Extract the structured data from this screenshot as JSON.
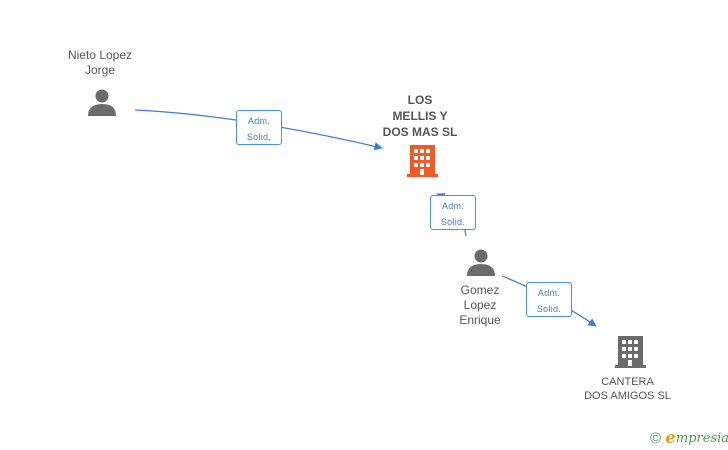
{
  "nodes": {
    "person1": {
      "name": "Nieto Lopez\nJorge"
    },
    "company_main": {
      "name": "LOS\nMELLIS Y\nDOS MAS SL"
    },
    "person2": {
      "name": "Gomez\nLopez\nEnrique"
    },
    "company2": {
      "name": "CANTERA\nDOS AMIGOS SL"
    }
  },
  "edges": [
    {
      "from": "person1",
      "to": "company_main",
      "label": "Adm.\nSolid."
    },
    {
      "from": "person2",
      "to": "company_main",
      "label": "Adm.\nSolid."
    },
    {
      "from": "person2",
      "to": "company2",
      "label": "Adm.\nSolid."
    }
  ],
  "colors": {
    "edge": "#3b7dd8",
    "person_icon": "#6b6b6b",
    "company_main_icon": "#f05a28",
    "company_icon": "#6b6b6b"
  },
  "brand": {
    "copyright": "©",
    "e": "e",
    "name": "mpresia"
  }
}
